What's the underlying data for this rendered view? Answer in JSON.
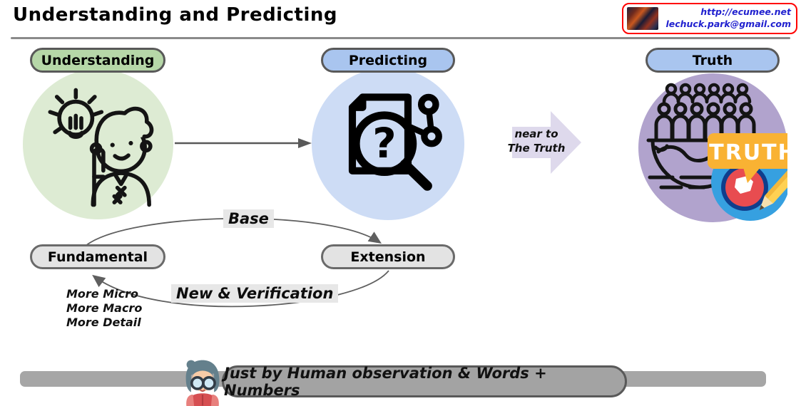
{
  "page": {
    "title": "Understanding and Predicting"
  },
  "contact": {
    "url": "http://ecumee.net",
    "email": "lechuck.park@gmail.com"
  },
  "stages": {
    "understanding": "Understanding",
    "predicting": "Predicting",
    "truth": "Truth"
  },
  "transition": {
    "line1": "near to",
    "line2": "The Truth"
  },
  "cycle": {
    "fundamental": "Fundamental",
    "extension": "Extension",
    "base": "Base",
    "new_verification": "New & Verification",
    "more": [
      "More Micro",
      "More Macro",
      "More Detail"
    ]
  },
  "truth_badge": {
    "label": "TRUTH"
  },
  "icons": {
    "understanding": "idea-person-icon",
    "predicting": "document-search-icon",
    "predicting_glyph": "?",
    "truth_crowd": "crowd-globe-icon",
    "truth_badge": "truth-target-icon",
    "observer": "observer-icon",
    "thumbnail": "artwork-thumbnail"
  },
  "footer": {
    "caption": "Just by Human observation & Words + Numbers"
  },
  "colors": {
    "stage_green": "#b6d7a8",
    "circle_green": "#ddebd3",
    "stage_blue": "#a9c5ef",
    "circle_blue": "#cddcf5",
    "circle_purple": "#b1a3cd",
    "cycle_pill_gray": "#e3e3e3",
    "near_arrow_purple": "#ded9ec",
    "bar_gray": "#a6a6a6",
    "link_blue": "#2020cf",
    "contact_border_red": "#ff0000",
    "badge_orange": "#f9b233",
    "badge_blue": "#36a0e0",
    "badge_red": "#e84c50"
  }
}
